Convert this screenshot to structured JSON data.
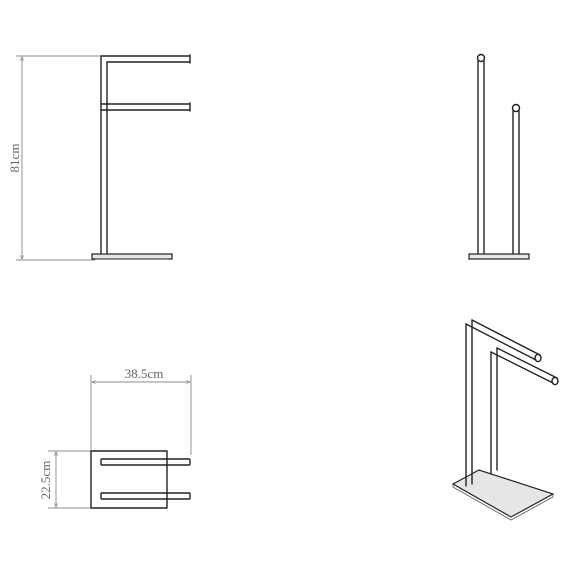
{
  "dimensions": {
    "height_label": "81cm",
    "width_label": "38.5cm",
    "depth_label": "22.5cm"
  }
}
